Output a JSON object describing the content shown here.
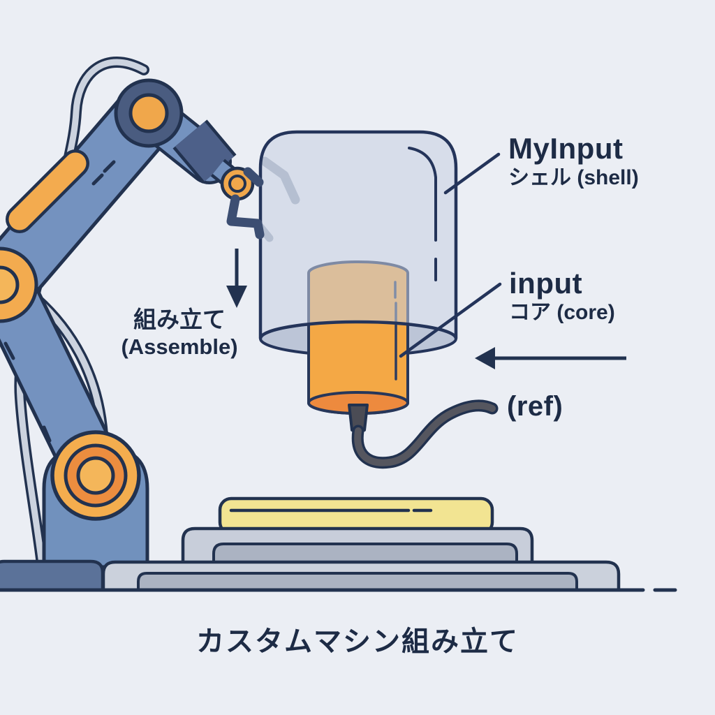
{
  "caption": "カスタムマシン組み立て",
  "labels": {
    "shell": {
      "title": "MyInput",
      "subtitle": "シェル (shell)"
    },
    "core": {
      "title": "input",
      "subtitle": "コア (core)"
    },
    "ref": {
      "title": "(ref)"
    },
    "assemble": {
      "line1": "組み立て",
      "line2": "(Assemble)"
    }
  },
  "figures": [
    {
      "name": "robot-arm",
      "description": "blue industrial robot arm with orange joints"
    },
    {
      "name": "shell-cylinder",
      "description": "translucent outer shell labeled MyInput"
    },
    {
      "name": "core-cylinder",
      "description": "orange inner core labeled input"
    },
    {
      "name": "ref-cable",
      "description": "dark cable hanging from core connector, labeled (ref)"
    },
    {
      "name": "assembly-platform",
      "description": "stacked platform base with yellow top slab"
    },
    {
      "name": "assemble-down-arrow",
      "description": "downward arrow next to assemble label"
    },
    {
      "name": "core-left-arrow",
      "description": "leftward arrow pointing at core"
    }
  ],
  "colors": {
    "background": "#ebeef4",
    "outline_navy": "#22324f",
    "text_navy": "#1d2b45",
    "robot_blue": "#7492bf",
    "robot_dark_slate": "#4a5c80",
    "joint_orange": "#f2a84b",
    "joint_orange_dark": "#ec8d3f",
    "core_orange": "#f4a845",
    "core_bottom_orange": "#ed8a3e",
    "shell_gray": "#c6cfe0",
    "platform_yellow": "#f2e492",
    "platform_gray_light": "#cbd1dc",
    "platform_gray_mid": "#abb3c2",
    "base_slate": "#5b7299",
    "cable_dark": "#55565f",
    "tube_gray": "#ccd3df"
  }
}
